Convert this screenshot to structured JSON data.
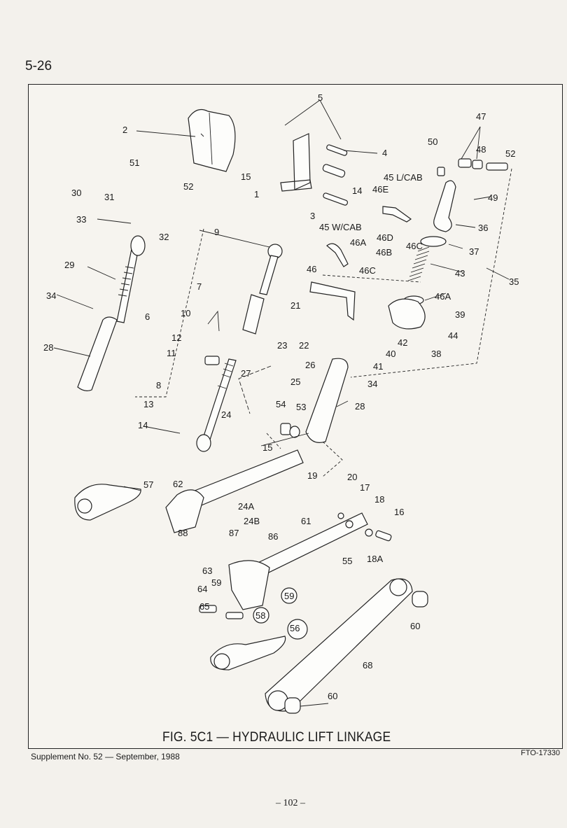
{
  "page": {
    "section_number": "5-26",
    "figure_caption": "FIG. 5C1 — HYDRAULIC LIFT LINKAGE",
    "supplement_note": "Supplement No. 52 — September, 1988",
    "figure_code": "FTO-17330",
    "page_number": "– 102 –"
  },
  "diagram": {
    "callouts": [
      {
        "id": "c5",
        "text": "5"
      },
      {
        "id": "c2",
        "text": "2"
      },
      {
        "id": "c4",
        "text": "4"
      },
      {
        "id": "c15a",
        "text": "15"
      },
      {
        "id": "c1",
        "text": "1"
      },
      {
        "id": "c14a",
        "text": "14"
      },
      {
        "id": "c3",
        "text": "3"
      },
      {
        "id": "c47",
        "text": "47"
      },
      {
        "id": "c50",
        "text": "50"
      },
      {
        "id": "c48",
        "text": "48"
      },
      {
        "id": "c52a",
        "text": "52"
      },
      {
        "id": "c45lcab",
        "text": "45 L/CAB"
      },
      {
        "id": "c46e",
        "text": "46E"
      },
      {
        "id": "c49",
        "text": "49"
      },
      {
        "id": "c36",
        "text": "36"
      },
      {
        "id": "c51",
        "text": "51"
      },
      {
        "id": "c52b",
        "text": "52"
      },
      {
        "id": "c30",
        "text": "30"
      },
      {
        "id": "c31",
        "text": "31"
      },
      {
        "id": "c33",
        "text": "33"
      },
      {
        "id": "c32",
        "text": "32"
      },
      {
        "id": "c9",
        "text": "9"
      },
      {
        "id": "c45wcab",
        "text": "45 W/CAB"
      },
      {
        "id": "c46d",
        "text": "46D"
      },
      {
        "id": "c46c1",
        "text": "46C"
      },
      {
        "id": "c37",
        "text": "37"
      },
      {
        "id": "c46a1",
        "text": "46A"
      },
      {
        "id": "c46b",
        "text": "46B"
      },
      {
        "id": "c43",
        "text": "43"
      },
      {
        "id": "c46",
        "text": "46"
      },
      {
        "id": "c46c2",
        "text": "46C"
      },
      {
        "id": "c46a2",
        "text": "46A"
      },
      {
        "id": "c35",
        "text": "35"
      },
      {
        "id": "c29",
        "text": "29"
      },
      {
        "id": "c7",
        "text": "7"
      },
      {
        "id": "c21",
        "text": "21"
      },
      {
        "id": "c39",
        "text": "39"
      },
      {
        "id": "c34a",
        "text": "34"
      },
      {
        "id": "c6",
        "text": "6"
      },
      {
        "id": "c10",
        "text": "10"
      },
      {
        "id": "c44",
        "text": "44"
      },
      {
        "id": "c12",
        "text": "12"
      },
      {
        "id": "c23",
        "text": "23"
      },
      {
        "id": "c22",
        "text": "22"
      },
      {
        "id": "c42",
        "text": "42"
      },
      {
        "id": "c40",
        "text": "40"
      },
      {
        "id": "c38",
        "text": "38"
      },
      {
        "id": "c28a",
        "text": "28"
      },
      {
        "id": "c11",
        "text": "11"
      },
      {
        "id": "c27",
        "text": "27"
      },
      {
        "id": "c26",
        "text": "26"
      },
      {
        "id": "c41",
        "text": "41"
      },
      {
        "id": "c25",
        "text": "25"
      },
      {
        "id": "c34b",
        "text": "34"
      },
      {
        "id": "c8",
        "text": "8"
      },
      {
        "id": "c54",
        "text": "54"
      },
      {
        "id": "c53",
        "text": "53"
      },
      {
        "id": "c28b",
        "text": "28"
      },
      {
        "id": "c13",
        "text": "13"
      },
      {
        "id": "c24",
        "text": "24"
      },
      {
        "id": "c14b",
        "text": "14"
      },
      {
        "id": "c15b",
        "text": "15"
      },
      {
        "id": "c57",
        "text": "57"
      },
      {
        "id": "c62",
        "text": "62"
      },
      {
        "id": "c19",
        "text": "19"
      },
      {
        "id": "c20",
        "text": "20"
      },
      {
        "id": "c17",
        "text": "17"
      },
      {
        "id": "c24a",
        "text": "24A"
      },
      {
        "id": "c18",
        "text": "18"
      },
      {
        "id": "c61",
        "text": "61"
      },
      {
        "id": "c16",
        "text": "16"
      },
      {
        "id": "c24b",
        "text": "24B"
      },
      {
        "id": "c88",
        "text": "88"
      },
      {
        "id": "c87",
        "text": "87"
      },
      {
        "id": "c86",
        "text": "86"
      },
      {
        "id": "c18a",
        "text": "18A"
      },
      {
        "id": "c55",
        "text": "55"
      },
      {
        "id": "c63",
        "text": "63"
      },
      {
        "id": "c59a",
        "text": "59"
      },
      {
        "id": "c64",
        "text": "64"
      },
      {
        "id": "c59b",
        "text": "59"
      },
      {
        "id": "c65",
        "text": "65"
      },
      {
        "id": "c58",
        "text": "58"
      },
      {
        "id": "c60a",
        "text": "60"
      },
      {
        "id": "c56",
        "text": "56"
      },
      {
        "id": "c68",
        "text": "68"
      },
      {
        "id": "c60b",
        "text": "60"
      }
    ]
  }
}
